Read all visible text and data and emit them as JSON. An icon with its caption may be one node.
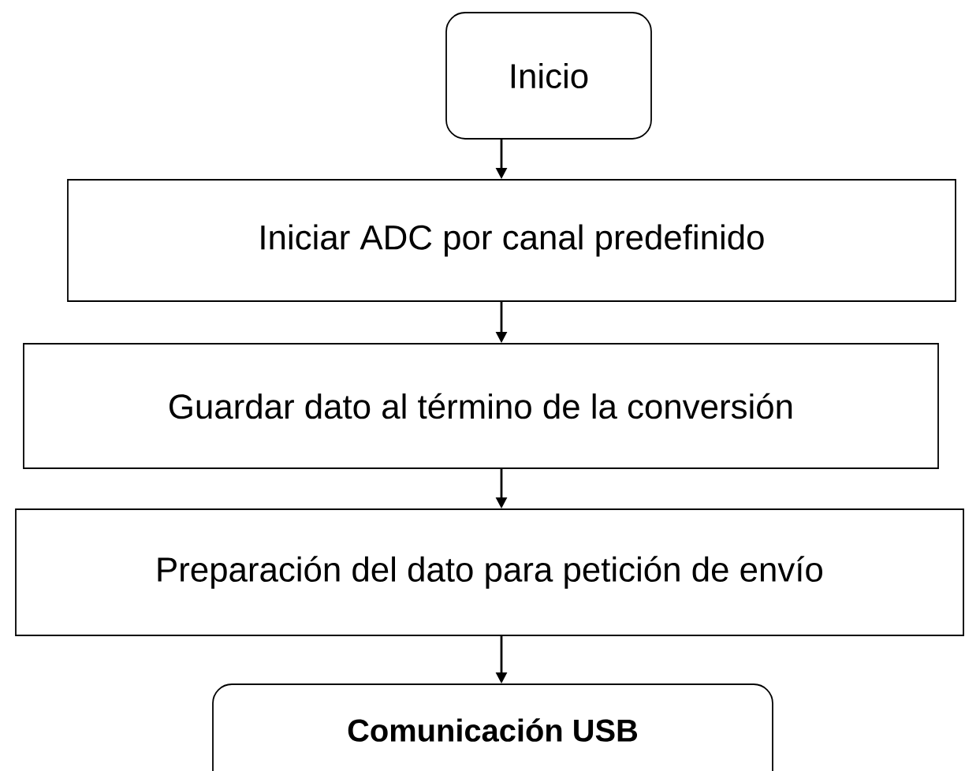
{
  "diagram": {
    "nodes": [
      {
        "text": [
          "Inicio"
        ]
      },
      {
        "text": [
          "Iniciar ADC por canal predefinido"
        ]
      },
      {
        "text": [
          "Guardar dato al término de la conversión"
        ]
      },
      {
        "text": [
          "Preparación del dato para petición de envío"
        ]
      },
      {
        "text": [
          "Comunicación USB"
        ]
      }
    ],
    "edges": [
      {
        "from": 0,
        "to": 1,
        "arrow": "to"
      },
      {
        "from": 1,
        "to": 2,
        "arrow": "to"
      },
      {
        "from": 2,
        "to": 3,
        "arrow": "to"
      },
      {
        "from": 3,
        "to": 4,
        "arrow": "to"
      }
    ]
  }
}
